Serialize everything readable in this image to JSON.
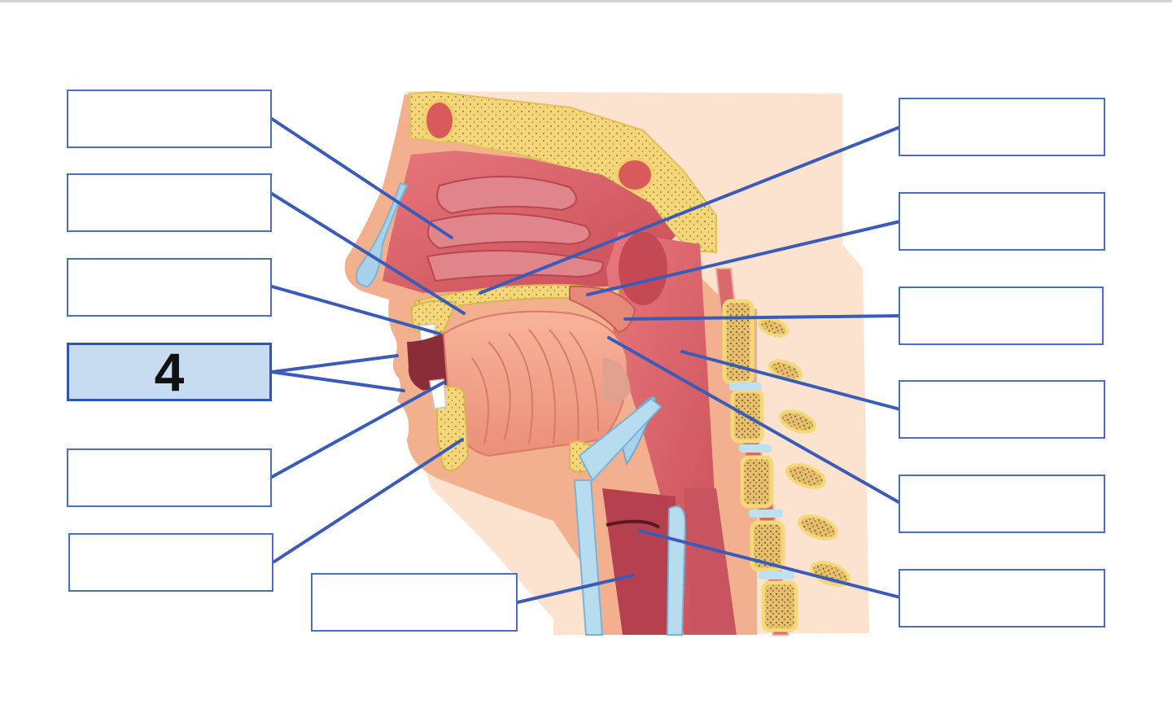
{
  "labels": {
    "left": [
      {
        "id": "l1",
        "text": ""
      },
      {
        "id": "l2",
        "text": ""
      },
      {
        "id": "l3",
        "text": ""
      },
      {
        "id": "l4",
        "text": "4"
      },
      {
        "id": "l5",
        "text": ""
      },
      {
        "id": "l6",
        "text": ""
      }
    ],
    "bottom": [
      {
        "id": "b1",
        "text": ""
      }
    ],
    "right": [
      {
        "id": "r1",
        "text": ""
      },
      {
        "id": "r2",
        "text": ""
      },
      {
        "id": "r3",
        "text": ""
      },
      {
        "id": "r4",
        "text": ""
      },
      {
        "id": "r5",
        "text": ""
      },
      {
        "id": "r6",
        "text": ""
      }
    ]
  },
  "colors": {
    "leader_line": "#3a5cb8",
    "box_border": "#4a6fc2",
    "filled_box": "#c7dcf0",
    "skin": "#f2b08e",
    "tissue": "#d9616a",
    "bone": "#f3d97a"
  }
}
